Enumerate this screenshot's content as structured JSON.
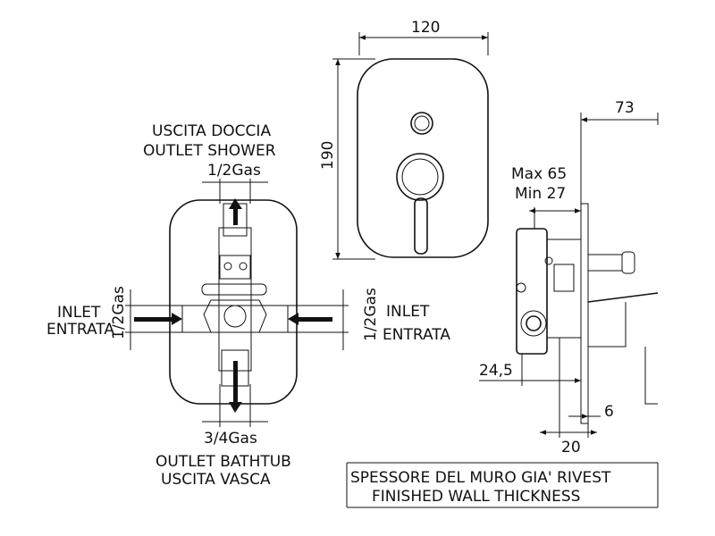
{
  "front_view": {
    "outlet_shower_it": "USCITA DOCCIA",
    "outlet_shower_en": "OUTLET SHOWER",
    "outlet_shower_size": "1/2Gas",
    "inlet_left_en": "INLET",
    "inlet_left_it": "ENTRATA",
    "inlet_left_size": "1/2Gas",
    "inlet_right_en": "INLET",
    "inlet_right_it": "ENTRATA",
    "inlet_right_size": "1/2Gas",
    "outlet_bath_size": "3/4Gas",
    "outlet_bath_en": "OUTLET BATHTUB",
    "outlet_bath_it": "USCITA VASCA"
  },
  "plate_view": {
    "width": "120",
    "height": "190"
  },
  "side_view": {
    "depth": "73",
    "max_label": "Max 65",
    "min_label": "Min 27",
    "offset": "24,5",
    "plate": "6",
    "wall": "20"
  },
  "note": {
    "line_it": "SPESSORE DEL MURO GIA' RIVEST",
    "line_en": "FINISHED WALL THICKNESS"
  }
}
